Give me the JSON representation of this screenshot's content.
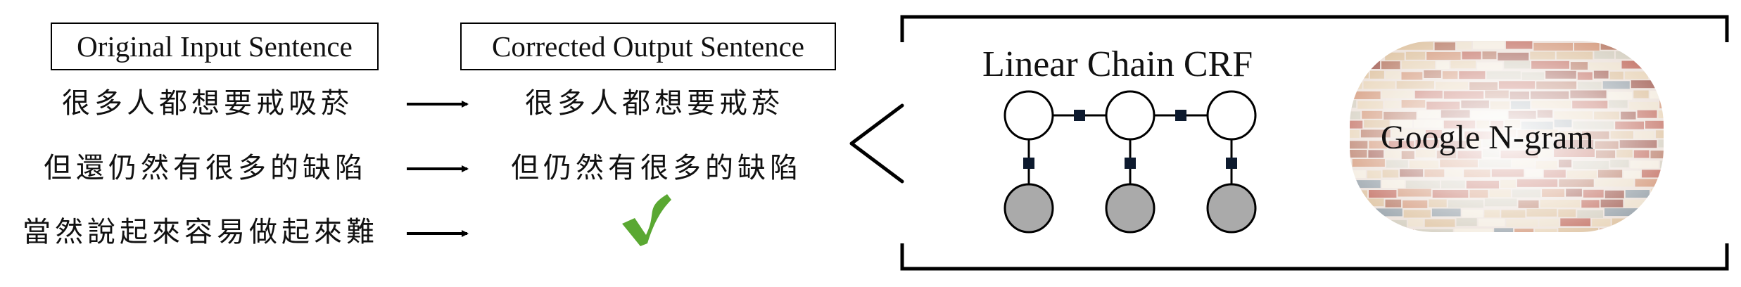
{
  "headers": {
    "input": "Original Input Sentence",
    "output": "Corrected Output Sentence"
  },
  "rows": [
    {
      "input": "很多人都想要戒吸菸",
      "output": "很多人都想要戒菸"
    },
    {
      "input": "但還仍然有很多的缺陷",
      "output": "但仍然有很多的缺陷"
    },
    {
      "input": "當然說起來容易做起來難",
      "output": ""
    }
  ],
  "model": {
    "crf_title": "Linear Chain CRF",
    "ngram_title": "Google N-gram"
  },
  "icons": {
    "arrow": "right-arrow-icon",
    "check": "checkmark-icon",
    "brace": "less-than-brace-icon"
  },
  "colors": {
    "check": "#5aa832",
    "observed_node": "#aaaaaa",
    "hidden_node": "#ffffff"
  }
}
